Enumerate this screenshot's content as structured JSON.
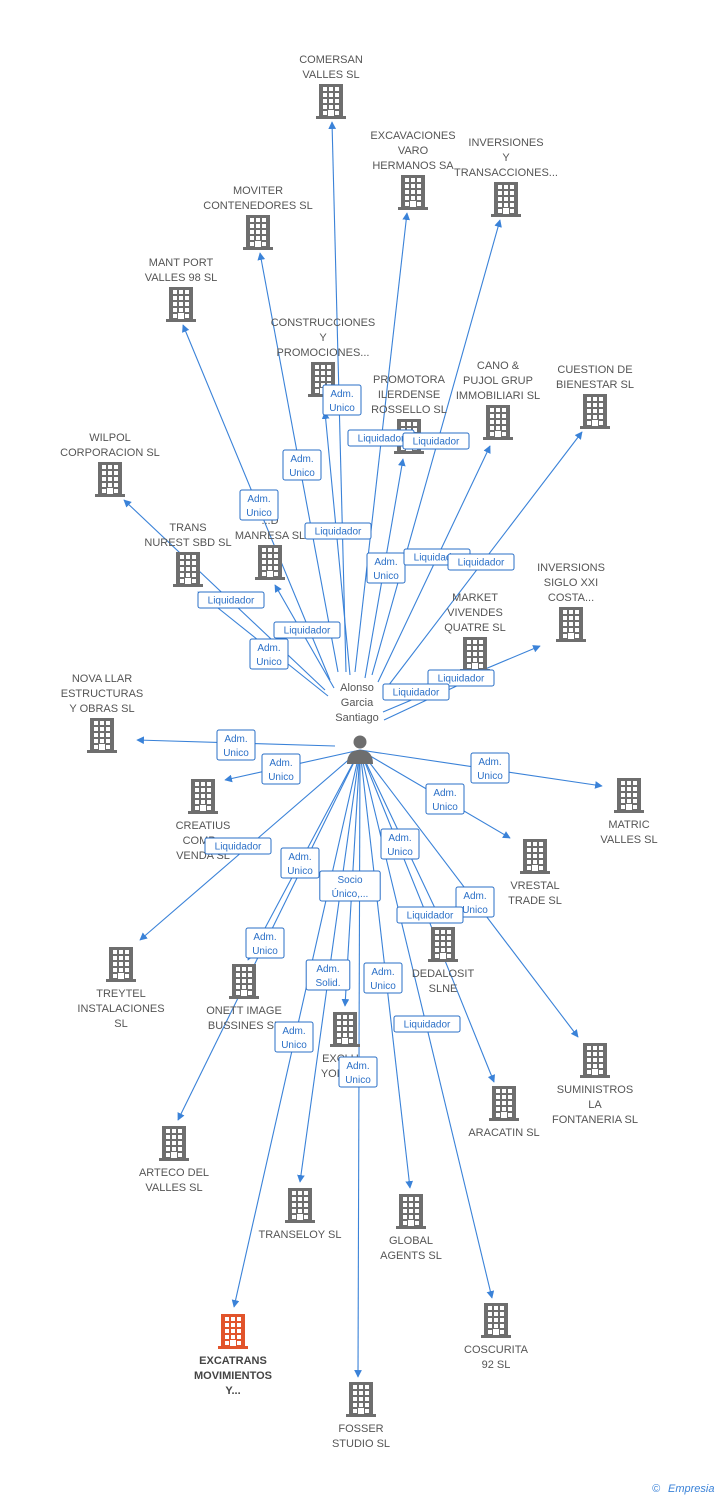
{
  "center": {
    "name": [
      "Alonso",
      "Garcia",
      "Santiago"
    ]
  },
  "colors": {
    "building": "#6e6e6e",
    "highlight": "#e2542b",
    "edge": "#3a82d8",
    "label_text": "#555555"
  },
  "nodes": [
    {
      "id": "comersan",
      "label": [
        "COMERSAN",
        "VALLES SL"
      ]
    },
    {
      "id": "excavaciones-varo",
      "label": [
        "EXCAVACIONES",
        "VARO",
        "HERMANOS SA"
      ]
    },
    {
      "id": "inversiones-transacciones",
      "label": [
        "INVERSIONES",
        "Y",
        "TRANSACCIONES..."
      ]
    },
    {
      "id": "moviter",
      "label": [
        "MOVITER",
        "CONTENEDORES SL"
      ]
    },
    {
      "id": "mant-port",
      "label": [
        "MANT PORT",
        "VALLES 98 SL"
      ]
    },
    {
      "id": "construcciones",
      "label": [
        "CONSTRUCCIONES",
        "Y",
        "PROMOCIONES..."
      ]
    },
    {
      "id": "promotora",
      "label": [
        "PROMOTORA",
        "ILERDENSE",
        "ROSSELLO SL"
      ]
    },
    {
      "id": "cano-pujol",
      "label": [
        "CANO &",
        "PUJOL GRUP",
        "IMMOBILIARI SL"
      ]
    },
    {
      "id": "cuestion",
      "label": [
        "CUESTION DE",
        "BIENESTAR SL"
      ]
    },
    {
      "id": "wilpol",
      "label": [
        "WILPOL",
        "CORPORACION SL"
      ]
    },
    {
      "id": "trans-nurest",
      "label": [
        "TRANS",
        "NUREST SBD SL"
      ]
    },
    {
      "id": "manresa",
      "label": [
        "...D",
        "MANRESA SL"
      ]
    },
    {
      "id": "inversions-siglo",
      "label": [
        "INVERSIONS",
        "SIGLO XXI",
        "COSTA..."
      ]
    },
    {
      "id": "market-vivendes",
      "label": [
        "MARKET",
        "VIVENDES",
        "QUATRE SL"
      ]
    },
    {
      "id": "nova-llar",
      "label": [
        "NOVA LLAR",
        "ESTRUCTURAS",
        "Y OBRAS SL"
      ]
    },
    {
      "id": "creatius",
      "label": [
        "CREATIUS",
        "COMP...",
        "VENDA SL"
      ]
    },
    {
      "id": "matric",
      "label": [
        "MATRIC",
        "VALLES SL"
      ]
    },
    {
      "id": "vrestal",
      "label": [
        "VRESTAL",
        "TRADE SL"
      ]
    },
    {
      "id": "treytel",
      "label": [
        "TREYTEL",
        "INSTALACIONES",
        "SL"
      ]
    },
    {
      "id": "onett",
      "label": [
        "ONETT IMAGE",
        "BUSSINES  SL"
      ]
    },
    {
      "id": "dedalosit",
      "label": [
        "DEDALOSIT",
        "SLNE"
      ]
    },
    {
      "id": "exclu-yorda",
      "label": [
        "EXCLU...",
        "YORDA..."
      ]
    },
    {
      "id": "suministros",
      "label": [
        "SUMINISTROS",
        "LA",
        "FONTANERIA  SL"
      ]
    },
    {
      "id": "aracatin",
      "label": [
        "ARACATIN SL"
      ]
    },
    {
      "id": "arteco",
      "label": [
        "ARTECO DEL",
        "VALLES SL"
      ]
    },
    {
      "id": "transeloy",
      "label": [
        "TRANSELOY SL"
      ]
    },
    {
      "id": "global-agents",
      "label": [
        "GLOBAL",
        "AGENTS SL"
      ]
    },
    {
      "id": "coscurita",
      "label": [
        "COSCURITA",
        "92 SL"
      ]
    },
    {
      "id": "excatrans",
      "label": [
        "EXCATRANS",
        "MOVIMIENTOS",
        "Y..."
      ],
      "highlight": true
    },
    {
      "id": "fosser",
      "label": [
        "FOSSER",
        "STUDIO SL"
      ]
    }
  ],
  "relations": [
    {
      "target": "construcciones",
      "label": [
        "Adm.",
        "Unico"
      ]
    },
    {
      "target": "promotora",
      "label": [
        "Liquidador"
      ]
    },
    {
      "target": "cano-pujol",
      "label": [
        "Liquidador"
      ]
    },
    {
      "target": "moviter",
      "label": [
        "Adm.",
        "Unico"
      ]
    },
    {
      "target": "mant-port",
      "label": [
        "Adm.",
        "Unico"
      ]
    },
    {
      "target": "manresa",
      "label": [
        "Liquidador"
      ]
    },
    {
      "target": "excavaciones-varo",
      "label": [
        "Adm.",
        "Unico"
      ]
    },
    {
      "target": "inversiones-transacciones",
      "label": [
        "Liquidador"
      ]
    },
    {
      "target": "cuestion",
      "label": [
        "Liquidador"
      ]
    },
    {
      "target": "wilpol",
      "label": [
        "Liquidador"
      ]
    },
    {
      "target": "trans-nurest",
      "label": [
        "Liquidador"
      ]
    },
    {
      "target": "comersan",
      "label": [
        "Adm.",
        "Unico"
      ]
    },
    {
      "target": "inversions-siglo",
      "label": [
        "Liquidador"
      ]
    },
    {
      "target": "market-vivendes",
      "label": [
        "Liquidador"
      ]
    },
    {
      "target": "nova-llar",
      "label": [
        "Adm.",
        "Unico"
      ]
    },
    {
      "target": "creatius",
      "label": [
        "Adm.",
        "Unico"
      ]
    },
    {
      "target": "matric",
      "label": [
        "Adm.",
        "Unico"
      ]
    },
    {
      "target": "vrestal",
      "label": [
        "Adm.",
        "Unico"
      ]
    },
    {
      "target": "treytel",
      "label": [
        "Liquidador"
      ]
    },
    {
      "target": "transeloy",
      "label": [
        "Adm.",
        "Unico"
      ]
    },
    {
      "target": "exclu-yorda",
      "label": [
        "Socio",
        "Único,..."
      ]
    },
    {
      "target": "dedalosit",
      "label": [
        "Adm.",
        "Unico"
      ]
    },
    {
      "target": "suministros",
      "label": [
        "Adm.",
        "Unico"
      ]
    },
    {
      "target": "onett",
      "label": [
        "Liquidador"
      ]
    },
    {
      "target": "arteco",
      "label": [
        "Adm.",
        "Unico"
      ]
    },
    {
      "target": "excatrans",
      "label": [
        "Adm.",
        "Solid."
      ]
    },
    {
      "target": "global-agents",
      "label": [
        "Adm.",
        "Unico"
      ]
    },
    {
      "target": "aracatin",
      "label": [
        "Liquidador"
      ]
    },
    {
      "target": "coscurita",
      "label": [
        "Adm.",
        "Unico"
      ]
    },
    {
      "target": "fosser",
      "label": [
        "Adm.",
        "Unico"
      ]
    }
  ],
  "footer": {
    "copyright": "©",
    "brand": "Empresia"
  }
}
